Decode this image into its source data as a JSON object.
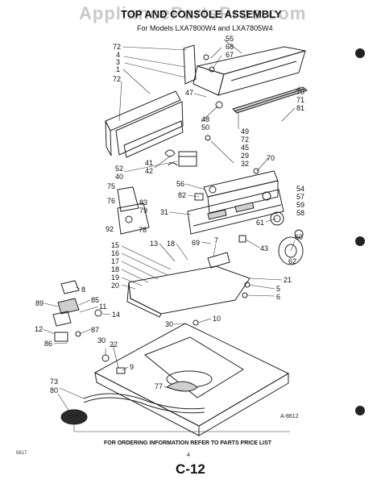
{
  "watermark": "AppliancePartsPros.com",
  "title": "TOP AND CONSOLE ASSEMBLY",
  "subtitle": "For Models LXA7800W4 and LXA7805W4",
  "drawing_ref": "A-8612",
  "footer_note": "FOR ORDERING INFORMATION REFER TO PARTS PRICE LIST",
  "small_mark": "5617",
  "tiny_mark": "4",
  "page_number": "C-12",
  "part_labels": [
    "72",
    "4",
    "3",
    "1",
    "72",
    "47",
    "55",
    "68",
    "67",
    "70",
    "71",
    "81",
    "48",
    "50",
    "49",
    "72",
    "45",
    "29",
    "32",
    "70",
    "41",
    "42",
    "52",
    "40",
    "56",
    "82",
    "75",
    "76",
    "83",
    "79",
    "92",
    "78",
    "31",
    "54",
    "57",
    "59",
    "58",
    "61",
    "60",
    "62",
    "43",
    "15",
    "16",
    "17",
    "18",
    "19",
    "20",
    "13",
    "18",
    "69",
    "7",
    "21",
    "5",
    "6",
    "8",
    "89",
    "85",
    "11",
    "14",
    "12",
    "87",
    "86",
    "10",
    "30",
    "30",
    "22",
    "9",
    "73",
    "80",
    "77"
  ]
}
